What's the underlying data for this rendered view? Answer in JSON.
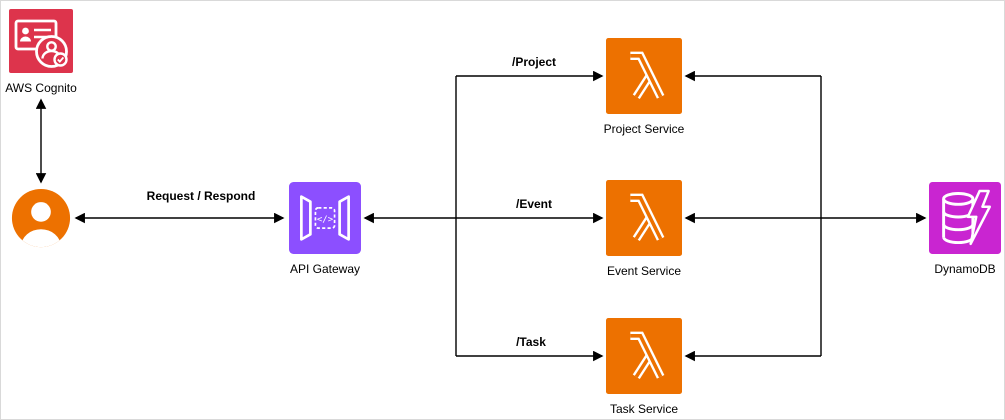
{
  "nodes": {
    "cognito": {
      "label": "AWS Cognito"
    },
    "api_gateway": {
      "label": "API Gateway"
    },
    "project_service": {
      "label": "Project Service"
    },
    "event_service": {
      "label": "Event Service"
    },
    "task_service": {
      "label": "Task Service"
    },
    "dynamodb": {
      "label": "DynamoDB"
    }
  },
  "edges": {
    "request_respond": {
      "label": "Request / Respond"
    },
    "project": {
      "label": "/Project"
    },
    "event": {
      "label": "/Event"
    },
    "task": {
      "label": "/Task"
    }
  },
  "icons": {
    "cognito": "aws-cognito-icon",
    "user": "user-icon",
    "api_gateway": "api-gateway-icon",
    "api_gateway_glyph": "</>",
    "lambda": "lambda-icon",
    "dynamodb": "dynamodb-icon"
  },
  "colors": {
    "cognito_red": "#DD344C",
    "user_orange": "#ED7100",
    "api_gateway_purple": "#8C4FFF",
    "lambda_orange": "#ED7100",
    "dynamodb_magenta": "#C925D1",
    "connector_black": "#000000"
  }
}
